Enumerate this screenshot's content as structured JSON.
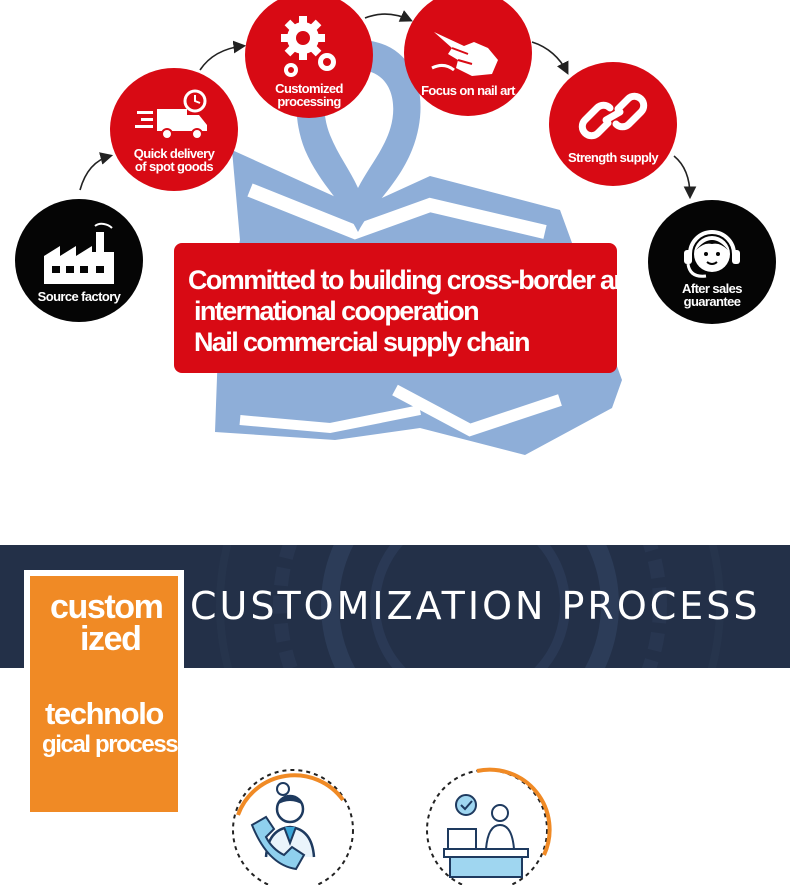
{
  "steps": [
    {
      "label": "Source factory",
      "icon": "factory-icon",
      "color": "#050505"
    },
    {
      "label": "Quick delivery\nof spot goods",
      "icon": "delivery-truck-icon",
      "color": "#d80a14"
    },
    {
      "label": "Customized\nprocessing",
      "icon": "gears-icon",
      "color": "#d80a14"
    },
    {
      "label": "Focus on nail art",
      "icon": "hand-icon",
      "color": "#d80a14"
    },
    {
      "label": "Strength supply",
      "icon": "chain-link-icon",
      "color": "#d80a14"
    },
    {
      "label": "After sales\nguarantee",
      "icon": "headset-agent-icon",
      "color": "#050505"
    }
  ],
  "banner": {
    "line1": "Committed to building cross-border and",
    "line2": "international cooperation",
    "line3": "Nail commercial supply chain"
  },
  "process": {
    "title": "CUSTOMIZATION PROCESS",
    "tag_line1": "custom",
    "tag_line2": "ized",
    "tag_line3": "technolo",
    "tag_line4": "gical process"
  },
  "process_icons": [
    "phone-consult-icon",
    "office-desk-icon"
  ],
  "colors": {
    "red": "#d80a14",
    "black": "#050505",
    "orange": "#f08a25",
    "navy": "#233048",
    "map_blue": "#8eaed8"
  }
}
